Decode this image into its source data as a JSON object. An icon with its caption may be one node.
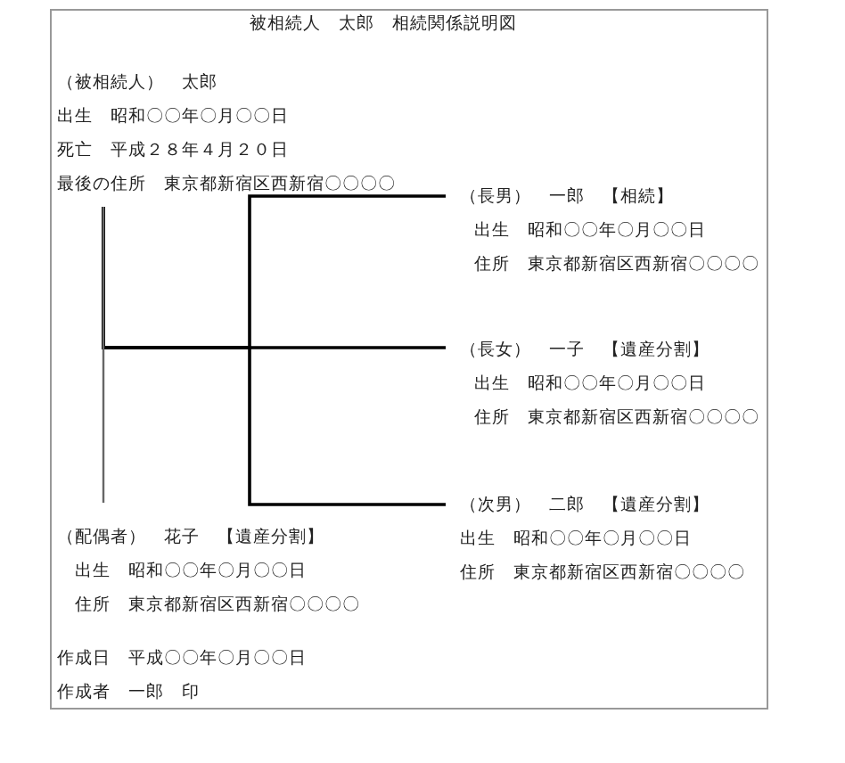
{
  "diagram": {
    "title": "被相続人　太郎　相続関係説明図",
    "nodes": [
      {
        "text": [
          "（被相続人）　太郎",
          "出生　昭和〇〇年〇月〇〇日",
          "死亡　平成２８年４月２０日",
          "最後の住所　東京都新宿区西新宿〇〇〇〇"
        ]
      },
      {
        "text": [
          "（長男）　一郎　【相続】",
          "出生　昭和〇〇年〇月〇〇日",
          "住所　東京都新宿区西新宿〇〇〇〇"
        ]
      },
      {
        "text": [
          "（長女）　一子　【遺産分割】",
          "出生　昭和〇〇年〇月〇〇日",
          "住所　東京都新宿区西新宿〇〇〇〇"
        ]
      },
      {
        "text": [
          "（次男）　二郎　【遺産分割】",
          "出生　昭和〇〇年〇月〇〇日",
          "住所　東京都新宿区西新宿〇〇〇〇"
        ]
      },
      {
        "text": [
          "（配偶者）　花子　【遺産分割】",
          "出生　昭和〇〇年〇月〇〇日",
          "住所　東京都新宿区西新宿〇〇〇〇"
        ]
      }
    ],
    "edges": [
      {
        "from": 0,
        "to": 4,
        "arrow": "none",
        "color": "#666666"
      },
      {
        "from": 0,
        "to": 1,
        "arrow": "none"
      },
      {
        "from": 0,
        "to": 2,
        "arrow": "none"
      },
      {
        "from": 0,
        "to": 3,
        "arrow": "none"
      }
    ],
    "labels": [
      "作成日　平成〇〇年〇月〇〇日",
      "作成者　一郎　印"
    ]
  }
}
